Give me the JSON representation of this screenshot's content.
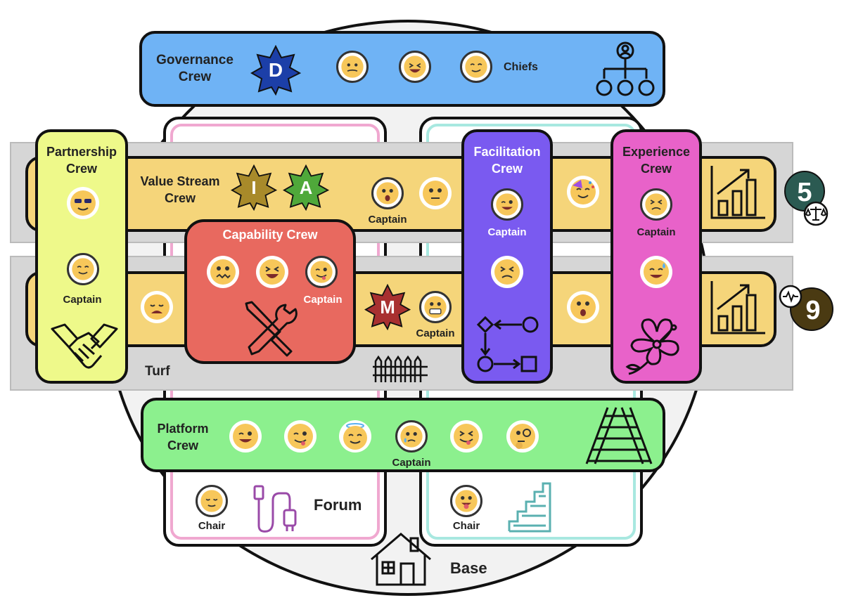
{
  "colors": {
    "governance": "#6fb3f5",
    "value_stream": "#f5d57a",
    "partnership": "#eef98a",
    "capability": "#e8695f",
    "facilitation": "#7a5af0",
    "experience": "#e862c9",
    "platform": "#8cf08e",
    "turf": "#d6d6d6",
    "badge_d": "#1c3fa8",
    "badge_i": "#a88a2a",
    "badge_a": "#4fa83a",
    "badge_m": "#a83030",
    "badge_5": "#2b5a52",
    "badge_9": "#4a3a12"
  },
  "governance": {
    "title": "Governance\nCrew",
    "badge": "D",
    "chiefs_label": "Chiefs",
    "icon": "org-chart-icon"
  },
  "value_stream": {
    "title": "Value Stream\nCrew",
    "badges": [
      "I",
      "A"
    ],
    "captain_label": "Captain"
  },
  "partnership": {
    "title": "Partnership\nCrew",
    "captain_label": "Captain",
    "icon": "handshake-icon"
  },
  "capability": {
    "title": "Capability Crew",
    "captain_label": "Captain",
    "icon": "tools-icon"
  },
  "facilitation": {
    "title": "Facilitation\nCrew",
    "captain_label": "Captain",
    "icon": "flow-diagram-icon"
  },
  "experience": {
    "title": "Experience\nCrew",
    "captain_label": "Captain",
    "icon": "hibiscus-icon"
  },
  "stream2": {
    "badge": "M",
    "captain_label": "Captain"
  },
  "platform": {
    "title": "Platform\nCrew",
    "captain_label": "Captain",
    "icon": "railway-icon"
  },
  "turf": {
    "label": "Turf",
    "icon": "fence-icon"
  },
  "forum": {
    "label": "Forum",
    "chair_label": "Chair",
    "icon": "cable-icon"
  },
  "base": {
    "label": "Base",
    "chair_label": "Chair",
    "icon": "house-icon",
    "stairs_icon": "stairs-icon"
  },
  "metrics": [
    {
      "value": "5",
      "icon": "scales-icon"
    },
    {
      "value": "9",
      "icon": "heartbeat-icon"
    }
  ]
}
